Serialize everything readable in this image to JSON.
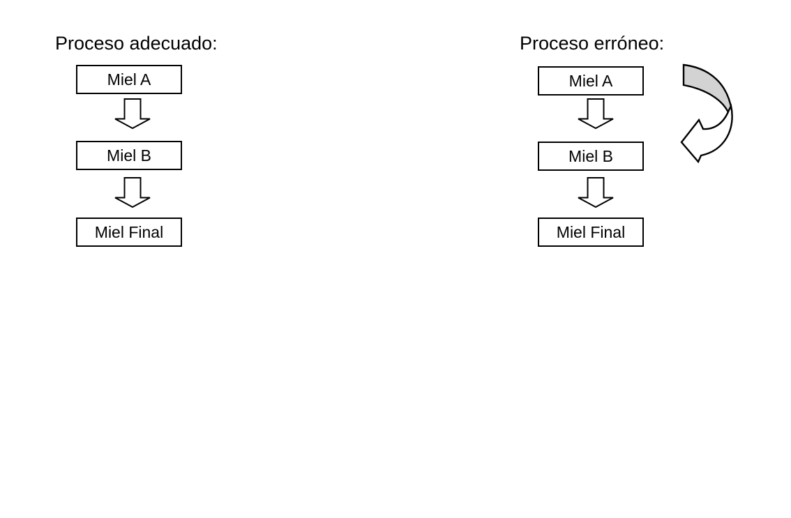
{
  "left_flow": {
    "title": "Proceso adecuado:",
    "steps": [
      "Miel A",
      "Miel B",
      "Miel Final"
    ]
  },
  "right_flow": {
    "title": "Proceso erróneo:",
    "steps": [
      "Miel A",
      "Miel B",
      "Miel Final"
    ]
  },
  "icons": {
    "down_arrow": "block-down-arrow",
    "loop_arrow": "curved-loopback-arrow"
  },
  "colors": {
    "canvas_bg": "#ffffff",
    "text": "#000000",
    "box_fill": "#ffffff",
    "box_border": "#000000",
    "arrow_fill": "#ffffff",
    "arrow_stroke": "#000000",
    "loop_arrow_shade": "#d3d3d3"
  }
}
